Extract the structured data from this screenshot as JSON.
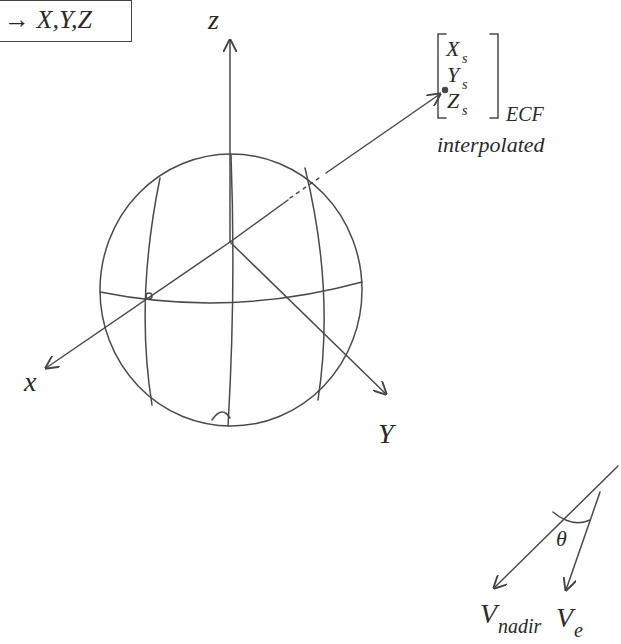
{
  "diagram": {
    "nodes": [
      {
        "text": [
          "→ X,Y,Z"
        ]
      }
    ],
    "labels": [
      "z",
      "x",
      "Y",
      "X",
      "s",
      "Y",
      "s",
      "Z",
      "s",
      "ECF",
      "interpolated",
      "θ",
      "V",
      "nadir",
      "V",
      "e"
    ]
  }
}
